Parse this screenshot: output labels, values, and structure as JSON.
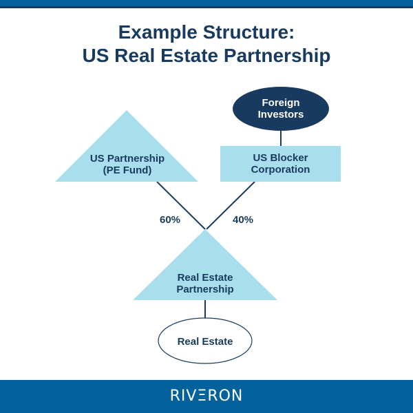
{
  "title": {
    "line1": "Example Structure:",
    "line2": "US Real Estate Partnership"
  },
  "nodes": {
    "us_partnership": {
      "line1": "US Partnership",
      "line2": "(PE Fund)",
      "shape": "triangle"
    },
    "foreign_investors": {
      "line1": "Foreign",
      "line2": "Investors",
      "shape": "ellipse-filled"
    },
    "us_blocker": {
      "line1": "US Blocker",
      "line2": "Corporation",
      "shape": "rectangle"
    },
    "re_partnership": {
      "line1": "Real Estate",
      "line2": "Partnership",
      "shape": "triangle"
    },
    "real_estate": {
      "label": "Real Estate",
      "shape": "ellipse-outline"
    }
  },
  "edges": {
    "left_pct": "60%",
    "right_pct": "40%"
  },
  "footer": {
    "logo": "RIVΞRON"
  },
  "colors": {
    "navy": "#183a5e",
    "light_blue": "#a9dfec",
    "brand_blue": "#03619b"
  }
}
